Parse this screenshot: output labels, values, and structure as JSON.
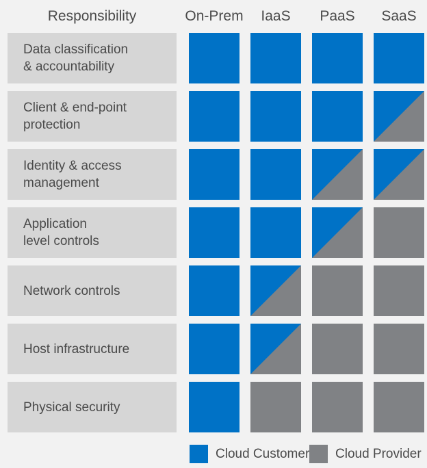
{
  "header": {
    "responsibility_label": "Responsibility",
    "columns": [
      {
        "key": "on-prem",
        "label": "On-Prem"
      },
      {
        "key": "iaas",
        "label": "IaaS"
      },
      {
        "key": "paas",
        "label": "PaaS"
      },
      {
        "key": "saas",
        "label": "SaaS"
      }
    ]
  },
  "colors": {
    "customer": "#0072c6",
    "provider": "#808285",
    "row_label_bg": "#d6d6d6",
    "page_bg": "#f2f2f2",
    "text": "#4a4a4a"
  },
  "rows": [
    {
      "name": "data-classification",
      "lines": [
        "Data classification",
        "& accountability"
      ],
      "cells": [
        "customer",
        "customer",
        "customer",
        "customer"
      ]
    },
    {
      "name": "client-endpoint-protection",
      "lines": [
        "Client & end-point",
        "protection"
      ],
      "cells": [
        "customer",
        "customer",
        "customer",
        "split"
      ]
    },
    {
      "name": "identity-access-management",
      "lines": [
        "Identity & access",
        "management"
      ],
      "cells": [
        "customer",
        "customer",
        "split",
        "split"
      ]
    },
    {
      "name": "application-level-controls",
      "lines": [
        "Application",
        "level controls"
      ],
      "cells": [
        "customer",
        "customer",
        "split",
        "provider"
      ]
    },
    {
      "name": "network-controls",
      "lines": [
        "Network controls"
      ],
      "cells": [
        "customer",
        "split",
        "provider",
        "provider"
      ]
    },
    {
      "name": "host-infrastructure",
      "lines": [
        "Host infrastructure"
      ],
      "cells": [
        "customer",
        "split",
        "provider",
        "provider"
      ]
    },
    {
      "name": "physical-security",
      "lines": [
        "Physical security"
      ],
      "cells": [
        "customer",
        "provider",
        "provider",
        "provider"
      ]
    }
  ],
  "legend": {
    "items": [
      {
        "key": "customer",
        "label": "Cloud Customer",
        "color": "#0072c6"
      },
      {
        "key": "provider",
        "label": "Cloud Provider",
        "color": "#808285"
      }
    ]
  },
  "chart_data": {
    "type": "heatmap",
    "title": "",
    "xlabel": "",
    "ylabel": "Responsibility",
    "grid": false,
    "legend_position": "bottom",
    "categories": [
      "On-Prem",
      "IaaS",
      "PaaS",
      "SaaS"
    ],
    "row_categories": [
      "Data classification & accountability",
      "Client & end-point protection",
      "Identity & access management",
      "Application level controls",
      "Network controls",
      "Host infrastructure",
      "Physical security"
    ],
    "value_encoding": {
      "customer": "Cloud Customer (full blue)",
      "provider": "Cloud Provider (full gray)",
      "split": "Shared — Cloud Customer upper-left triangle, Cloud Provider lower-right triangle"
    },
    "matrix": [
      [
        "customer",
        "customer",
        "customer",
        "customer"
      ],
      [
        "customer",
        "customer",
        "customer",
        "split"
      ],
      [
        "customer",
        "customer",
        "split",
        "split"
      ],
      [
        "customer",
        "customer",
        "split",
        "provider"
      ],
      [
        "customer",
        "split",
        "provider",
        "provider"
      ],
      [
        "customer",
        "split",
        "provider",
        "provider"
      ],
      [
        "customer",
        "provider",
        "provider",
        "provider"
      ]
    ],
    "legend_entries": [
      "Cloud Customer",
      "Cloud Provider"
    ]
  }
}
